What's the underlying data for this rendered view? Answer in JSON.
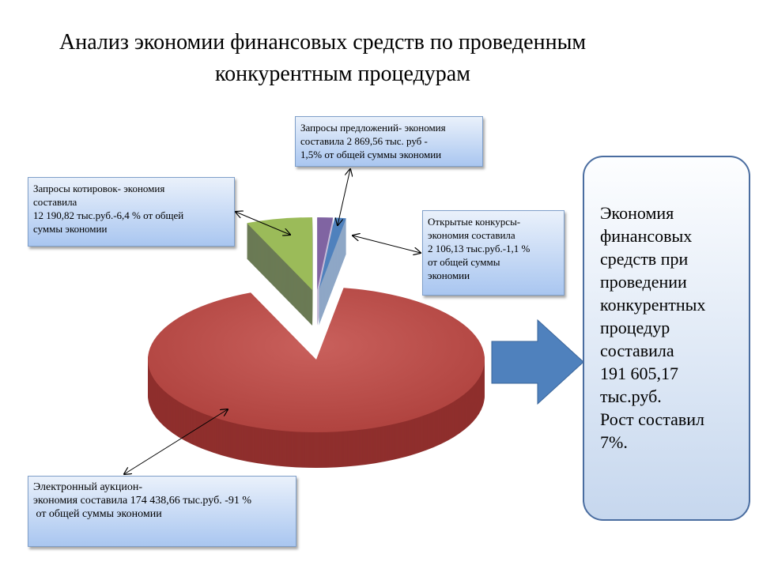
{
  "title": {
    "line1": "Анализ экономии финансовых средств  по проведенным",
    "line2": "конкурентным процедурам"
  },
  "callouts": {
    "quotations": [
      "Запросы котировок- экономия",
      "составила",
      "12 190,82 тыс.руб.-6,4 % от общей",
      "суммы экономии"
    ],
    "proposals": [
      "Запросы предложений-  экономия",
      "составила 2 869,56  тыс.  руб -",
      "1,5% от общей суммы экономии"
    ],
    "open_contests": [
      "Открытые конкурсы-",
      "экономия составила",
      "2 106,13 тыс.руб.-1,1 %",
      "от общей суммы",
      "экономии"
    ],
    "auction": [
      "Электронный аукцион-",
      "экономия составила 174 438,66 тыс.руб.  -91 %",
      " от общей суммы экономии"
    ]
  },
  "summary": [
    "Экономия",
    "финансовых",
    "средств при",
    "проведении",
    "конкурентных",
    "процедур",
    "составила",
    "191 605,17",
    "тыс.руб.",
    "Рост составил",
    "7%."
  ],
  "chart_data": {
    "type": "pie",
    "title": "Анализ экономии финансовых средств по проведенным конкурентным процедурам",
    "unit": "тыс.руб.",
    "slices": [
      {
        "name": "Запросы котировок",
        "value": 12190.82,
        "percent": 6.4,
        "color": "#9bbb59",
        "side": "#6b7a55",
        "exploded": true
      },
      {
        "name": "Запросы предложений",
        "value": 2869.56,
        "percent": 1.5,
        "color": "#8064a2",
        "side": "#c7bcd8",
        "exploded": true
      },
      {
        "name": "Открытые конкурсы",
        "value": 2106.13,
        "percent": 1.1,
        "color": "#4f81bd",
        "side": "#8ea7c6",
        "exploded": true
      },
      {
        "name": "Электронный аукцион",
        "value": 174438.66,
        "percent": 91,
        "color": "#c0504d",
        "side": "#8f2f2d",
        "exploded": false
      }
    ],
    "total": 191605.17,
    "legend": "none"
  },
  "colors": {
    "arrow": "#4f81bd",
    "summary_border": "#4a6da0"
  }
}
